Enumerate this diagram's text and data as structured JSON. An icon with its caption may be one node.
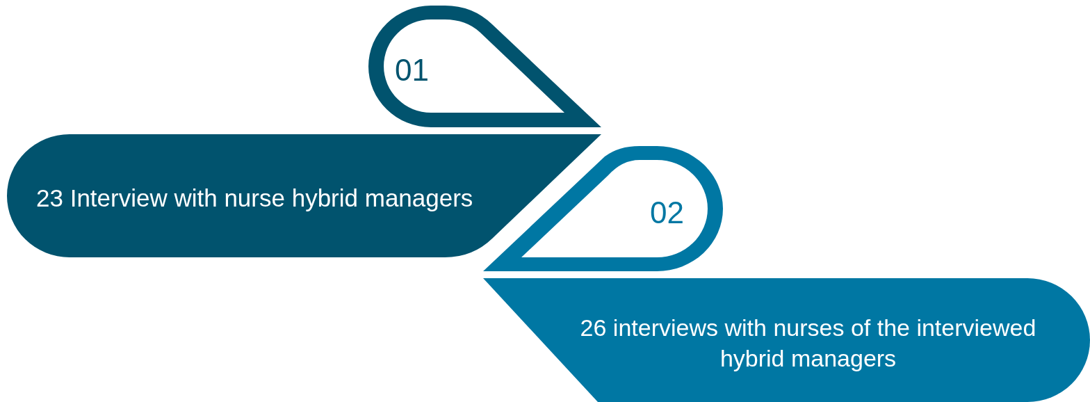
{
  "diagram": {
    "nodes": [
      {
        "text": [
          "01"
        ]
      },
      {
        "text": [
          "23 Interview with nurse hybrid managers"
        ]
      },
      {
        "text": [
          "02"
        ]
      },
      {
        "text": [
          "26 interviews with nurses of the interviewed hybrid managers"
        ]
      }
    ]
  }
}
